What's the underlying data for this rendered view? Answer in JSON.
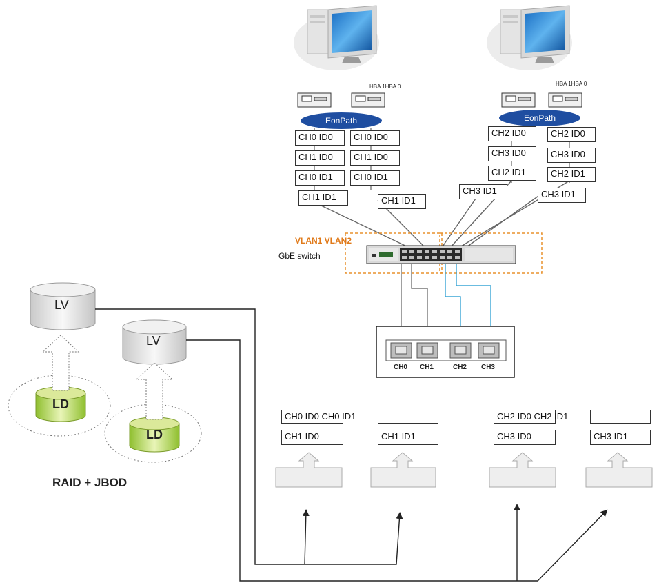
{
  "hosts": [
    {
      "hba_label": "HBA 1HBA 0",
      "eonpath": "EonPath",
      "col_left": [
        "CH0 ID0",
        "CH1 ID0",
        "CH0 ID1",
        "CH1 ID1"
      ],
      "col_right": [
        "CH0 ID0",
        "CH1 ID0",
        "CH0 ID1",
        "CH1 ID1"
      ]
    },
    {
      "hba_label": "HBA 1HBA 0",
      "eonpath": "EonPath",
      "col_left": [
        "CH2 ID0",
        "CH3 ID0",
        "CH2 ID1",
        "CH3 ID1"
      ],
      "col_right": [
        "CH2 ID0",
        "CH3 ID0",
        "CH2 ID1",
        "CH3 ID1"
      ]
    }
  ],
  "switch": {
    "vlan_label": "VLAN1 VLAN2",
    "name": "GbE switch"
  },
  "controller": {
    "ports": [
      "CH0",
      "CH1",
      "CH2",
      "CH3"
    ]
  },
  "volumes": {
    "lv_label": "LV",
    "ld_label": "LD",
    "raid_label": "RAID + JBOD"
  },
  "targets": [
    {
      "top": "CH0 ID0 CH0 ID1",
      "bottom": "CH1 ID0"
    },
    {
      "top": "",
      "bottom": "CH1 ID1"
    },
    {
      "top": "CH2 ID0 CH2 ID1",
      "bottom": "CH3 ID0"
    },
    {
      "top": "",
      "bottom": "CH3 ID1"
    }
  ],
  "colors": {
    "link_gray": "#777777",
    "link_blue": "#3aa6d6",
    "vlan_orange": "#e8922e",
    "eonpath_blue": "#1f4ea1",
    "ld_green": "#9bc53d"
  }
}
